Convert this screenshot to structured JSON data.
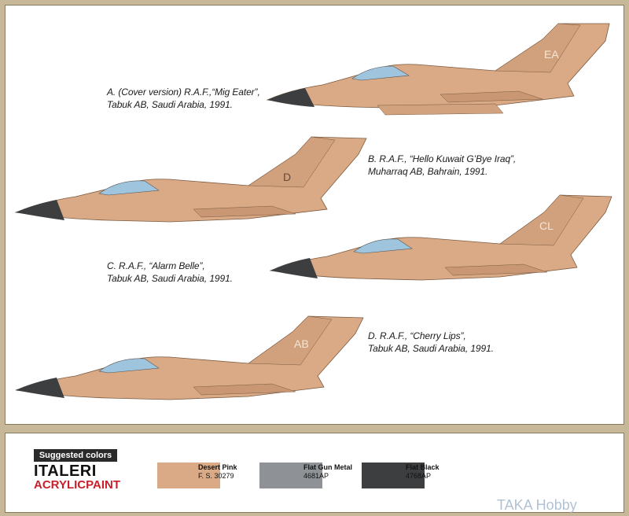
{
  "profiles": [
    {
      "id": "A",
      "lines": [
        "A. (Cover version) R.A.F.,“Mig Eater”,",
        "Tabuk AB, Saudi Arabia, 1991."
      ],
      "code": "EA"
    },
    {
      "id": "B",
      "lines": [
        "B. R.A.F., “Hello Kuwait G’Bye Iraq”,",
        "Muharraq AB, Bahrain, 1991."
      ],
      "code": "D"
    },
    {
      "id": "C",
      "lines": [
        "C. R.A.F., “Alarm Belle”,",
        "Tabuk AB, Saudi Arabia, 1991."
      ],
      "code": "CL"
    },
    {
      "id": "D",
      "lines": [
        "D. R.A.F., “Cherry Lips”,",
        "Tabuk AB, Saudi Arabia, 1991."
      ],
      "code": "AB"
    }
  ],
  "legend": {
    "header": "Suggested colors",
    "brand_top": "ITALERI",
    "brand_bottom": "ACRYLICPAINT",
    "colors": [
      {
        "name": "Desert Pink",
        "code": "F. S. 30279",
        "hex": "#d9aa85"
      },
      {
        "name": "Flat Gun Metal",
        "code": "4681AP",
        "hex": "#8e9296"
      },
      {
        "name": "Flat Black",
        "code": "4768AP",
        "hex": "#3c3e40"
      }
    ]
  },
  "watermark": "TAKA Hobby"
}
